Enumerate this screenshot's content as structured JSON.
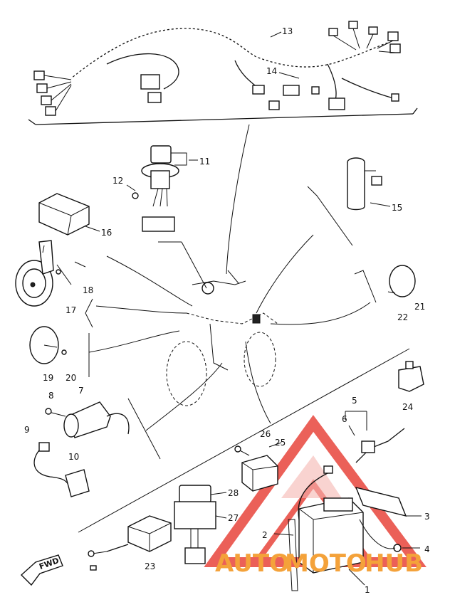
{
  "labels": {
    "p1": "1",
    "p2": "2",
    "p3": "3",
    "p4": "4",
    "p5": "5",
    "p6": "6",
    "p7": "7",
    "p8": "8",
    "p9": "9",
    "p10": "10",
    "p11": "11",
    "p12": "12",
    "p13": "13",
    "p14": "14",
    "p15": "15",
    "p16": "16",
    "p17": "17",
    "p18": "18",
    "p19": "19",
    "p20": "20",
    "p21": "21",
    "p22": "22",
    "p23": "23",
    "p24": "24",
    "p25": "25",
    "p26": "26",
    "p27": "27",
    "p28": "28"
  },
  "fwd": "FWD",
  "watermark": {
    "part1": "AUTO",
    "part2": "MOTO",
    "part3": "HUB"
  },
  "colors": {
    "watermark_orange": "#f4a23a",
    "watermark_red": "#e8453c",
    "line": "#111111"
  }
}
